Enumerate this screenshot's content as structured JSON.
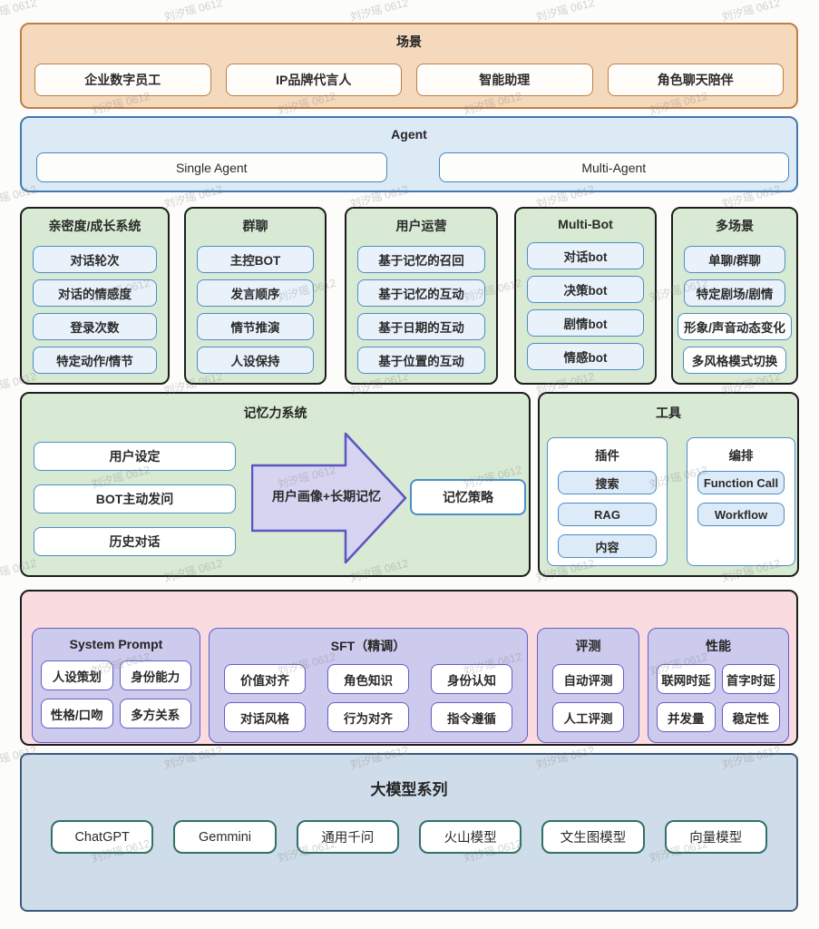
{
  "watermark": {
    "text": "刘汐瑶 0612"
  },
  "scene": {
    "title": "场景",
    "items": [
      "企业数字员工",
      "IP品牌代言人",
      "智能助理",
      "角色聊天陪伴"
    ]
  },
  "agent": {
    "title": "Agent",
    "items": [
      "Single Agent",
      "Multi-Agent"
    ]
  },
  "capabilities": {
    "columns": [
      {
        "title": "亲密度/成长系统",
        "items": [
          "对话轮次",
          "对话的情感度",
          "登录次数",
          "特定动作/情节"
        ]
      },
      {
        "title": "群聊",
        "items": [
          "主控BOT",
          "发言顺序",
          "情节推演",
          "人设保持"
        ]
      },
      {
        "title": "用户运营",
        "items": [
          "基于记忆的召回",
          "基于记忆的互动",
          "基于日期的互动",
          "基于位置的互动"
        ]
      },
      {
        "title": "Multi-Bot",
        "items": [
          "对话bot",
          "决策bot",
          "剧情bot",
          "情感bot"
        ]
      },
      {
        "title": "多场景",
        "items": [
          "单聊/群聊",
          "特定剧场/剧情",
          "形象/声音动态变化",
          "多风格模式切换"
        ]
      }
    ]
  },
  "memory": {
    "title": "记忆力系统",
    "sources": [
      "用户设定",
      "BOT主动发问",
      "历史对话"
    ],
    "arrow_label": "用户画像+长期记忆",
    "result": "记忆策略"
  },
  "tools": {
    "title": "工具",
    "plugins": {
      "title": "插件",
      "items": [
        "搜索",
        "RAG",
        "内容"
      ]
    },
    "orchestration": {
      "title": "编排",
      "items": [
        "Function Call",
        "Workflow"
      ]
    }
  },
  "training": {
    "panels": [
      {
        "title": "System Prompt",
        "items": [
          "人设策划",
          "身份能力",
          "性格/口吻",
          "多方关系"
        ]
      },
      {
        "title": "SFT（精调）",
        "items": [
          "价值对齐",
          "角色知识",
          "身份认知",
          "对话风格",
          "行为对齐",
          "指令遵循"
        ]
      },
      {
        "title": "评测",
        "items": [
          "自动评测",
          "人工评测"
        ]
      },
      {
        "title": "性能",
        "items": [
          "联网时延",
          "首字时延",
          "并发量",
          "稳定性"
        ]
      }
    ]
  },
  "models": {
    "title": "大模型系列",
    "items": [
      "ChatGPT",
      "Gemmini",
      "通用千问",
      "火山模型",
      "文生图模型",
      "向量模型"
    ]
  },
  "colors": {
    "scene_bg": "#f5d9bc",
    "scene_border": "#c07f44",
    "agent_bg": "#dceaf6",
    "agent_border": "#4579ae",
    "green_bg": "#d8ead3",
    "dark_border": "#1d1d1d",
    "chip_bg": "#e9f2fb",
    "chip_border": "#4a8fc7",
    "arrow_fill": "#d7d4f2",
    "arrow_stroke": "#5b55c0",
    "pink_bg": "#fadce0",
    "purple_panel_bg": "#cccbed",
    "purple_border": "#665cc5",
    "models_bg": "#cfdcea",
    "models_border": "#3d5a7c",
    "model_box_border": "#2f7266"
  }
}
